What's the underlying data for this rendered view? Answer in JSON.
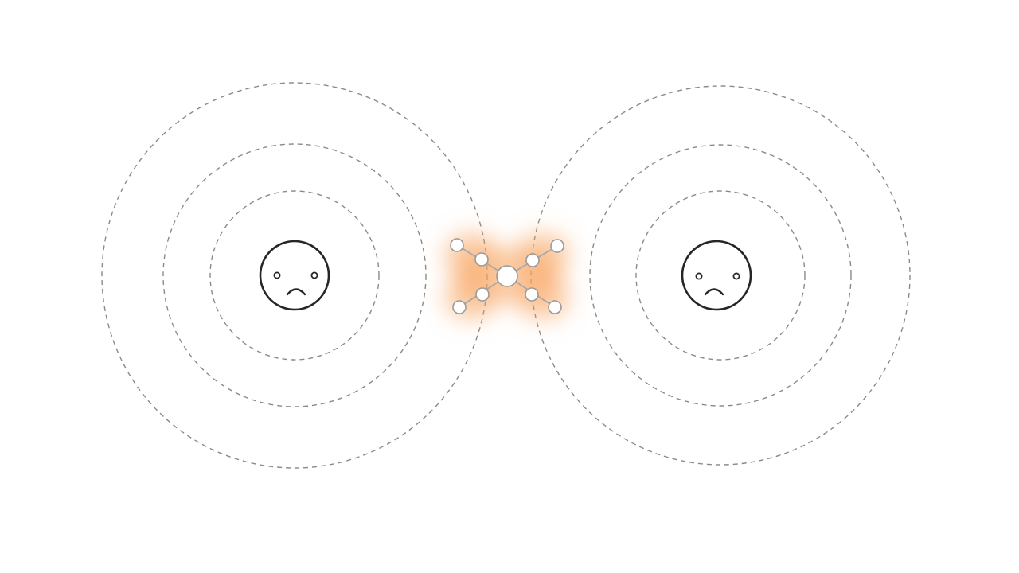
{
  "colors": {
    "background": "#ffffff",
    "ring": "#8a8a8a",
    "face_stroke": "#262626",
    "glow": "#f7a25c",
    "molecule_stroke": "#9a9a9a",
    "bond": "#a8a8a8"
  },
  "figures": [
    {
      "id": "left-person",
      "expression": "sad",
      "icon": "sad-face-icon",
      "ring_count": 3
    },
    {
      "id": "right-person",
      "expression": "sad",
      "icon": "sad-face-icon",
      "ring_count": 3
    }
  ],
  "center": {
    "icon": "molecule-icon",
    "glow": true,
    "arm_count": 4,
    "nodes_per_arm": 2
  }
}
